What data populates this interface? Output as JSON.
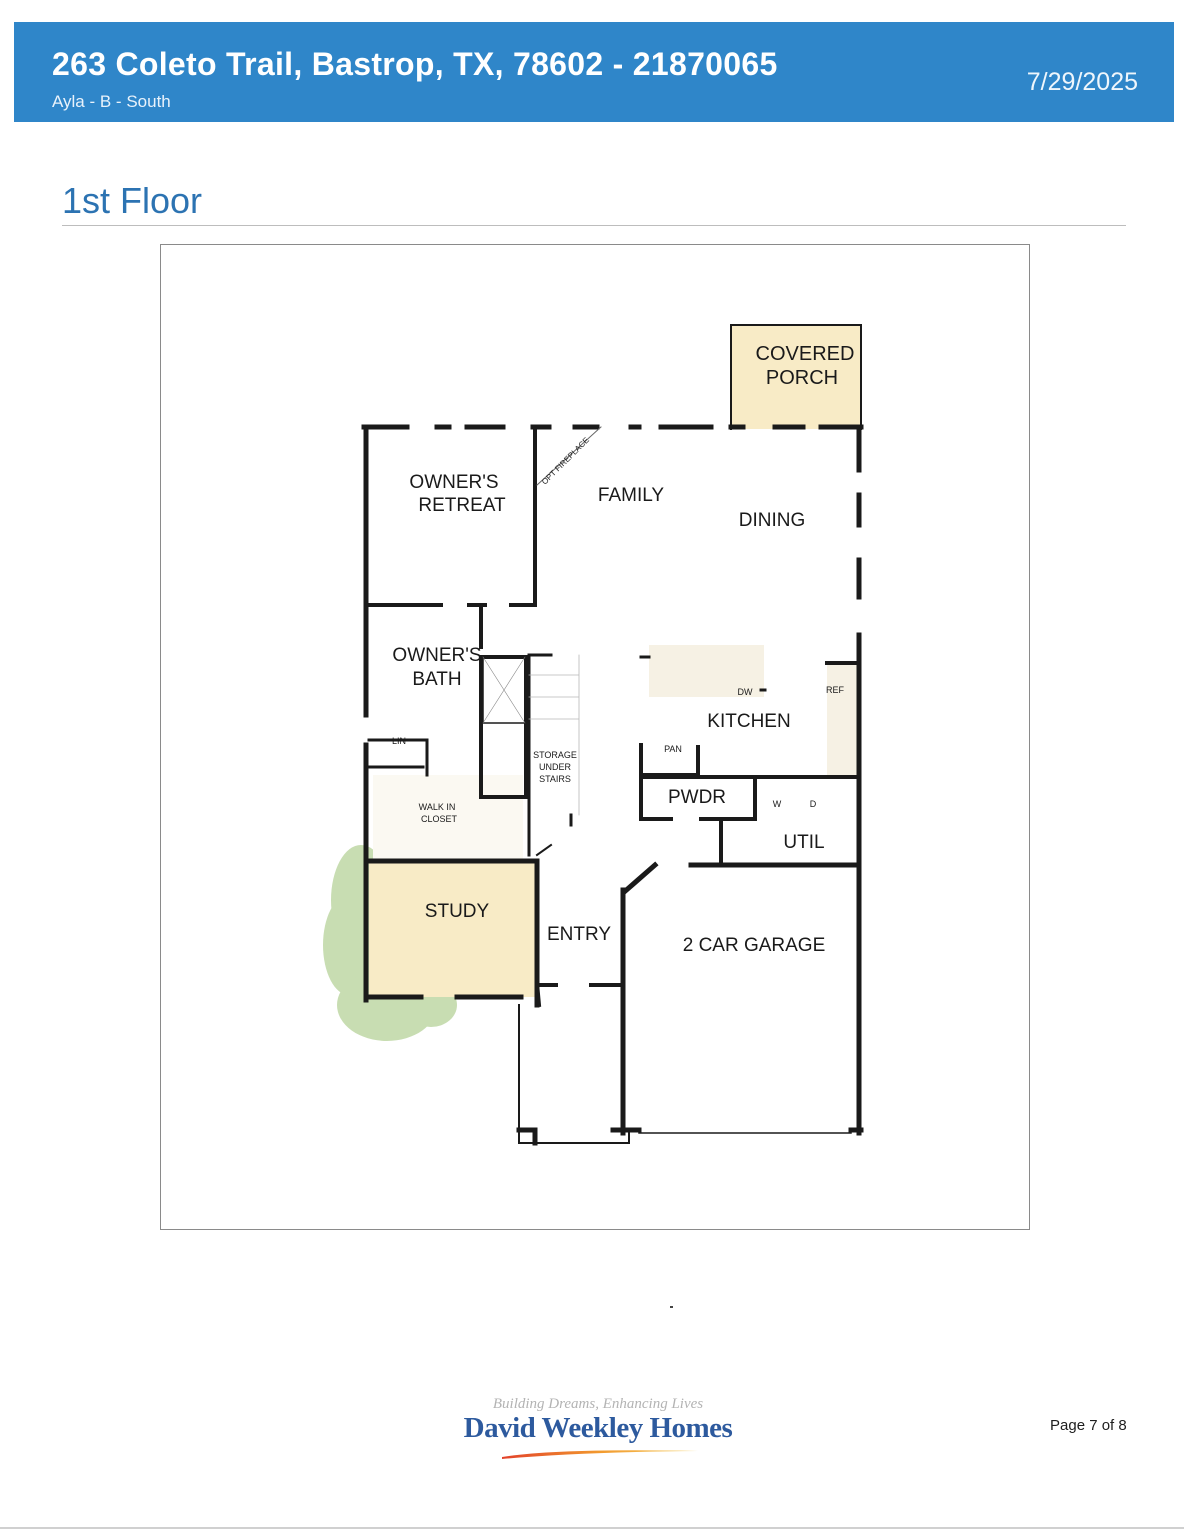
{
  "header": {
    "title": "263 Coleto Trail, Bastrop, TX, 78602 - 21870065",
    "subtitle": "Ayla - B - South",
    "date": "7/29/2025",
    "color": "#2f86c9"
  },
  "section": {
    "title": "1st Floor"
  },
  "floorplan": {
    "rooms": {
      "covered_porch": "COVERED PORCH",
      "owners_retreat_1": "OWNER'S",
      "owners_retreat_2": "RETREAT",
      "family": "FAMILY",
      "dining": "DINING",
      "opt_fireplace": "OPT FIREPLACE",
      "owners_bath_1": "OWNER'S",
      "owners_bath_2": "BATH",
      "lin": "LIN",
      "walk_in_closet_1": "WALK IN",
      "walk_in_closet_2": "CLOSET",
      "storage_1": "STORAGE",
      "storage_2": "UNDER",
      "storage_3": "STAIRS",
      "kitchen": "KITCHEN",
      "dw": "DW",
      "ref": "REF",
      "pan": "PAN",
      "pwdr": "PWDR",
      "w": "W",
      "d": "D",
      "util": "UTIL",
      "study": "STUDY",
      "entry": "ENTRY",
      "garage": "2 CAR GARAGE"
    },
    "colors": {
      "highlight": "#f8ebc6",
      "landscape": "#c8ddb2",
      "wall": "#1a1a1a",
      "study_text": "#6b2a1a"
    }
  },
  "footer": {
    "tagline": "Building Dreams, Enhancing Lives",
    "brand": "David Weekley Homes",
    "page": "Page 7 of 8"
  }
}
